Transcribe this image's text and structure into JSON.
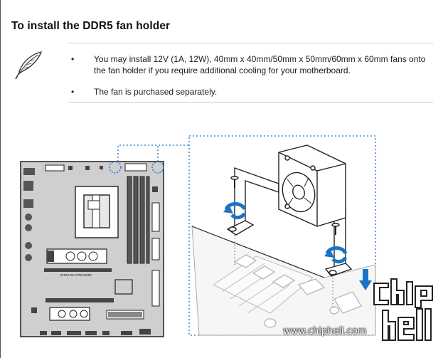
{
  "section": {
    "title": "To install the DDR5 fan holder"
  },
  "note": {
    "icon": "feather-pen-icon",
    "bullets": [
      "You may install 12V (1A, 12W), 40mm x 40mm/50mm x 50mm/60mm x 60mm fans onto the fan holder if you require additional cooling for your motherboard.",
      "The fan is purchased separately."
    ]
  },
  "diagram": {
    "board_label": "HFRM-0G-0796-00/00",
    "icons": [
      "motherboard-diagram",
      "fan-holder-diagram",
      "screw-rotate-arrow-icon",
      "down-arrow-icon"
    ]
  },
  "watermark": {
    "text": "www.chiphell.com",
    "logo_text": "chip hell"
  },
  "colors": {
    "accent_blue": "#1a73c8",
    "board_fill": "#cfcfcf",
    "line_dark": "#222222"
  }
}
